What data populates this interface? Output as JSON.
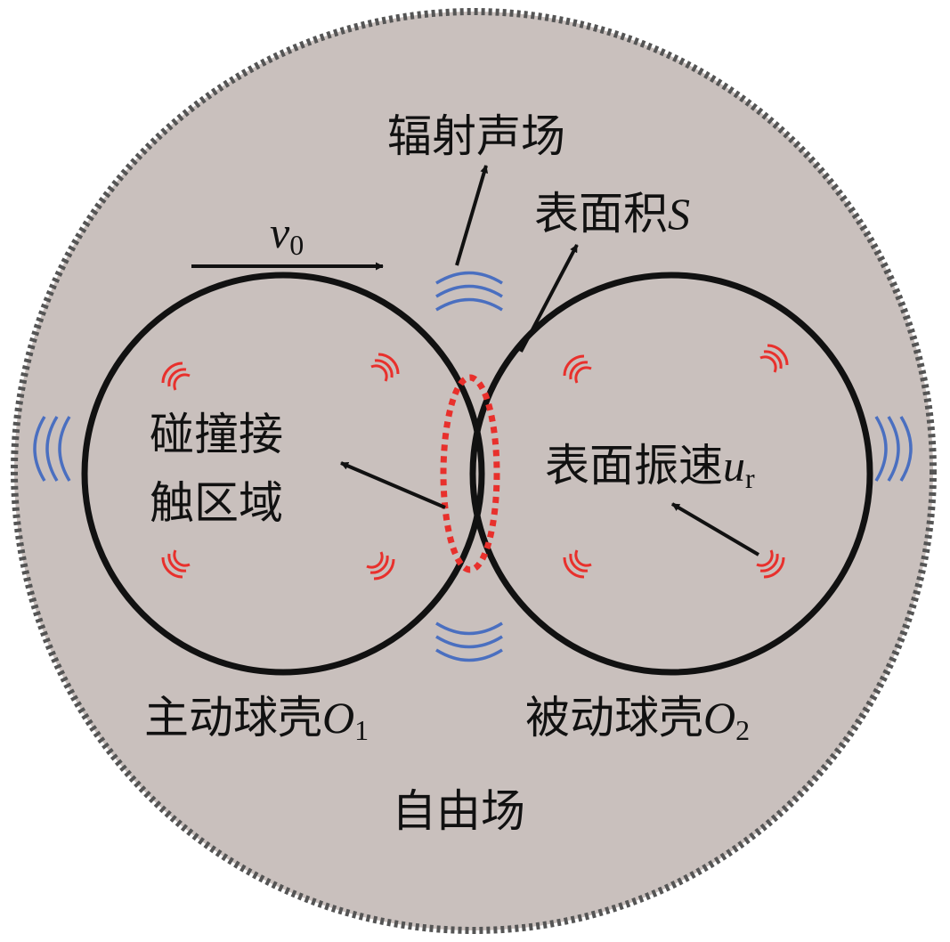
{
  "labels": {
    "radiated_sound_field": "辐射声场",
    "surface_area": "表面积",
    "surface_area_symbol": "S",
    "velocity_symbol": "v",
    "velocity_subscript": "0",
    "contact_region_line1": "碰撞接",
    "contact_region_line2": "触区域",
    "surface_velocity": "表面振速",
    "surface_velocity_symbol": "u",
    "surface_velocity_subscript": "r",
    "active_shell": "主动球壳",
    "active_shell_symbol": "O",
    "active_shell_subscript": "1",
    "passive_shell": "被动球壳",
    "passive_shell_symbol": "O",
    "passive_shell_subscript": "2",
    "free_field": "自由场"
  },
  "colors": {
    "field_fill": "#c9c0bd",
    "field_border": "#555555",
    "shell_stroke": "#111111",
    "vibration_waves": "#e8302c",
    "sound_waves": "#4a6fc0",
    "contact_region": "#e8302c",
    "arrows": "#111111"
  }
}
